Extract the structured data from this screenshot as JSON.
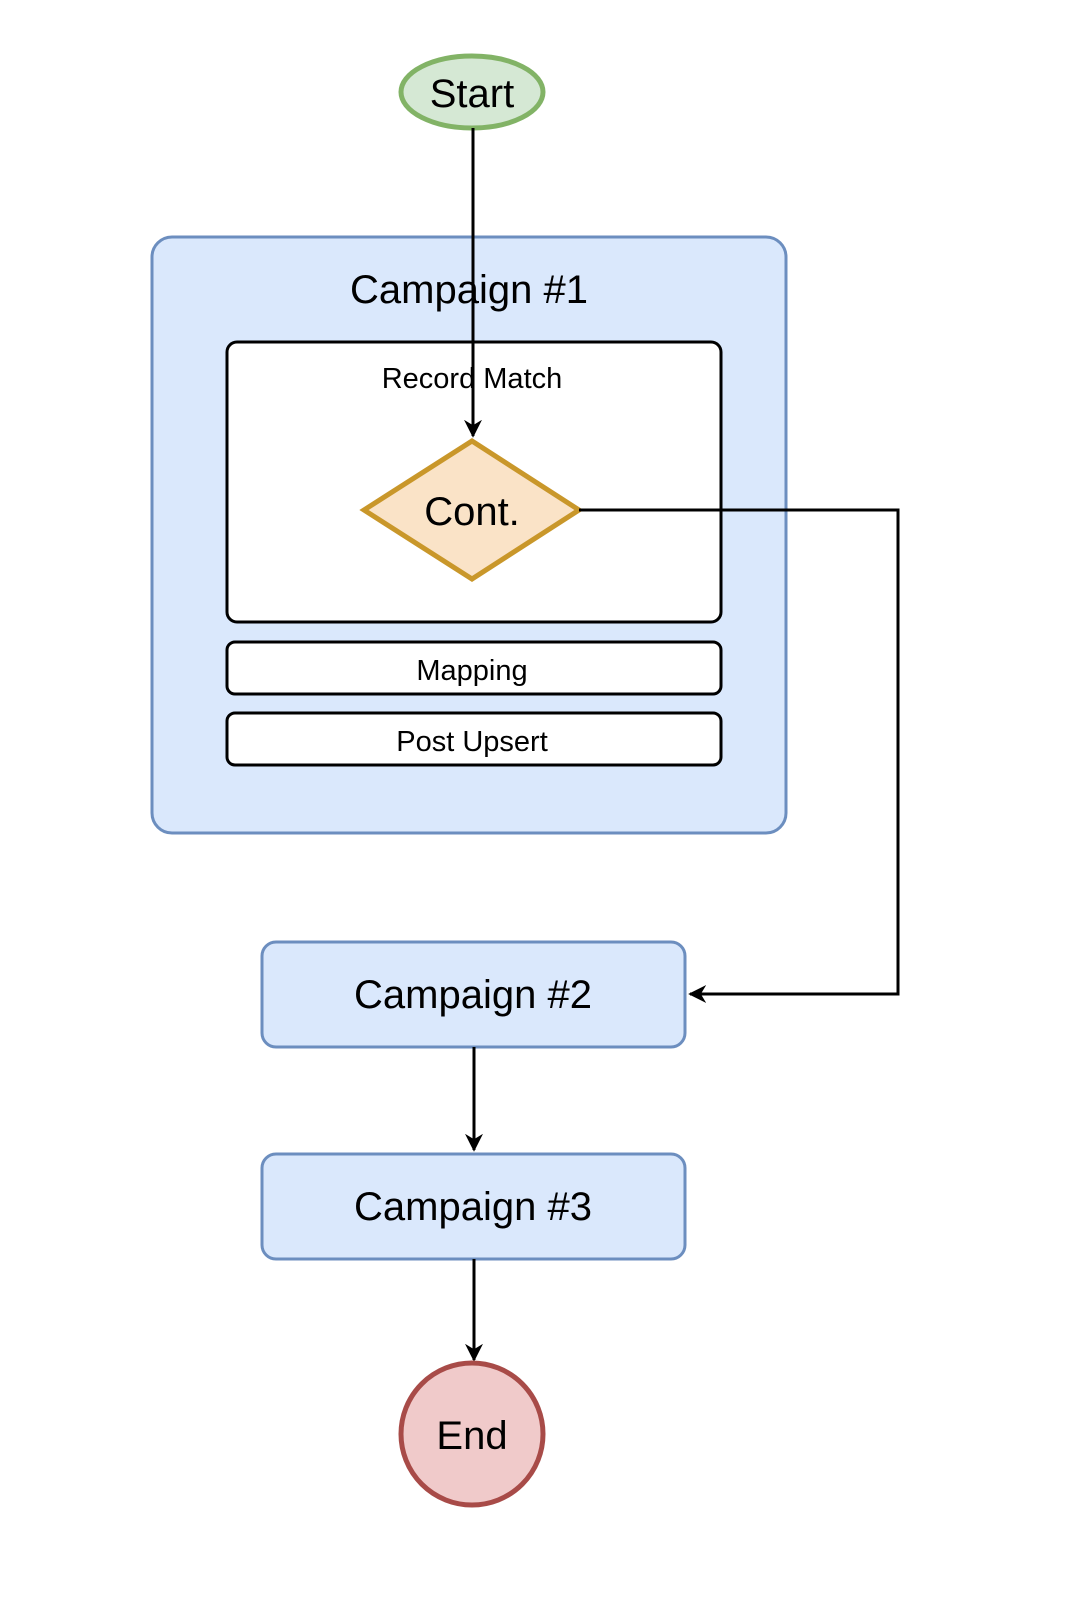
{
  "nodes": {
    "start": {
      "label": "Start"
    },
    "campaign1": {
      "title": "Campaign #1"
    },
    "record_match": {
      "label": "Record Match"
    },
    "decision": {
      "label": "Cont."
    },
    "mapping": {
      "label": "Mapping"
    },
    "post_upsert": {
      "label": "Post Upsert"
    },
    "campaign2": {
      "label": "Campaign #2"
    },
    "campaign3": {
      "label": "Campaign #3"
    },
    "end": {
      "label": "End"
    }
  },
  "colors": {
    "start_fill": "#d5e8d4",
    "start_stroke": "#82b366",
    "campaign_fill": "#dae8fc",
    "campaign_stroke": "#6c8ebf",
    "decision_fill": "#fae3c7",
    "decision_stroke": "#c9972a",
    "end_fill": "#f0caca",
    "end_stroke": "#a84b48",
    "edge": "#000000"
  }
}
